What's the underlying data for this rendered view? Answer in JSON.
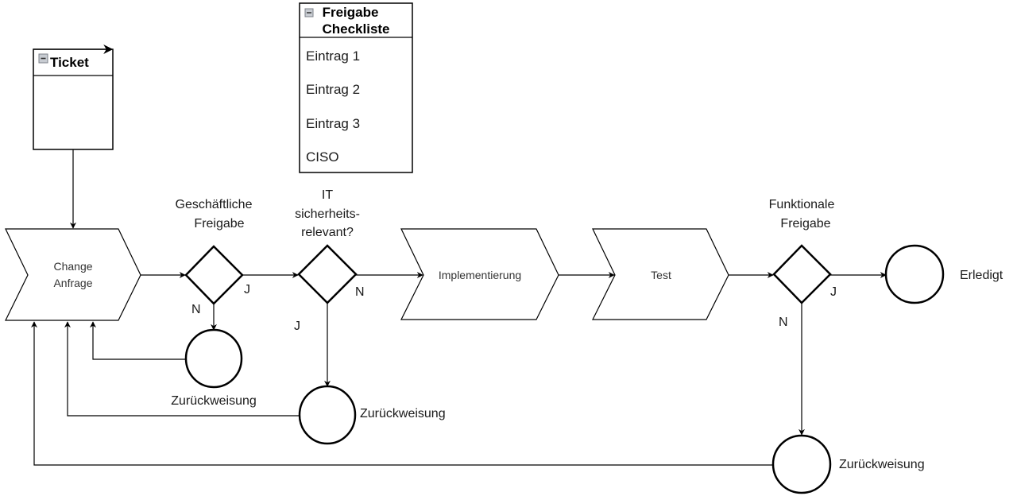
{
  "diagram": {
    "title": "Change Management Prozess",
    "colors": {
      "stroke": "#000000",
      "fill": "#ffffff",
      "text": "#1a1a1a",
      "collapse_icon": "#9aa0a8"
    },
    "containers": {
      "ticket": {
        "title": "Ticket",
        "collapse_icon": "minus-icon"
      },
      "checklist": {
        "title_line1": "Freigabe",
        "title_line2": "Checkliste",
        "collapse_icon": "minus-icon",
        "items": [
          "Eintrag 1",
          "Eintrag 2",
          "Eintrag 3",
          "CISO"
        ]
      }
    },
    "processes": {
      "change_request": {
        "line1": "Change",
        "line2": "Anfrage"
      },
      "implementation": {
        "label": "Implementierung"
      },
      "test": {
        "label": "Test"
      }
    },
    "decisions": {
      "business_approval": {
        "line1": "Geschäftliche",
        "line2": "Freigabe",
        "yes": "J",
        "no": "N"
      },
      "security_relevant": {
        "line1": "IT",
        "line2": "sicherheits-",
        "line3": "relevant?",
        "yes": "J",
        "no": "N"
      },
      "functional_approval": {
        "line1": "Funktionale",
        "line2": "Freigabe",
        "yes": "J",
        "no": "N"
      }
    },
    "end_events": {
      "rejection_1": {
        "label": "Zurückweisung"
      },
      "rejection_2": {
        "label": "Zurückweisung"
      },
      "rejection_3": {
        "label": "Zurückweisung"
      },
      "done": {
        "label": "Erledigt"
      }
    }
  }
}
